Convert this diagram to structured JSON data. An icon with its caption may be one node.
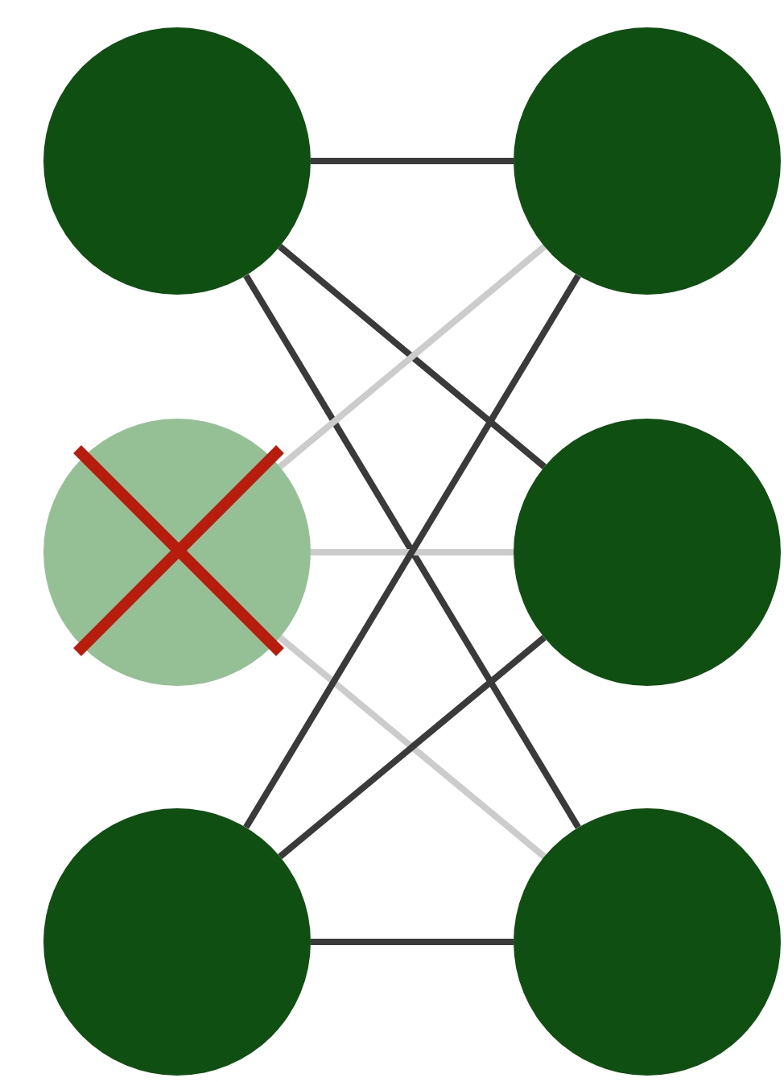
{
  "diagram": {
    "nodes": [
      {
        "text": [],
        "shape": "circle"
      },
      {
        "text": [],
        "shape": "circle"
      },
      {
        "text": [],
        "shape": "circle"
      },
      {
        "text": [],
        "shape": "circle"
      },
      {
        "text": [],
        "shape": "circle"
      },
      {
        "text": [],
        "shape": "circle"
      }
    ],
    "edges": [
      {
        "from": 0,
        "to": 3,
        "arrow": "none"
      },
      {
        "from": 0,
        "to": 4,
        "arrow": "none"
      },
      {
        "from": 0,
        "to": 5,
        "arrow": "none"
      },
      {
        "from": 1,
        "to": 3,
        "arrow": "none",
        "color": "#cccccc"
      },
      {
        "from": 1,
        "to": 4,
        "arrow": "none",
        "color": "#cccccc"
      },
      {
        "from": 1,
        "to": 5,
        "arrow": "none",
        "color": "#cccccc"
      },
      {
        "from": 2,
        "to": 3,
        "arrow": "none"
      },
      {
        "from": 2,
        "to": 4,
        "arrow": "none"
      },
      {
        "from": 2,
        "to": 5,
        "arrow": "none"
      }
    ]
  }
}
